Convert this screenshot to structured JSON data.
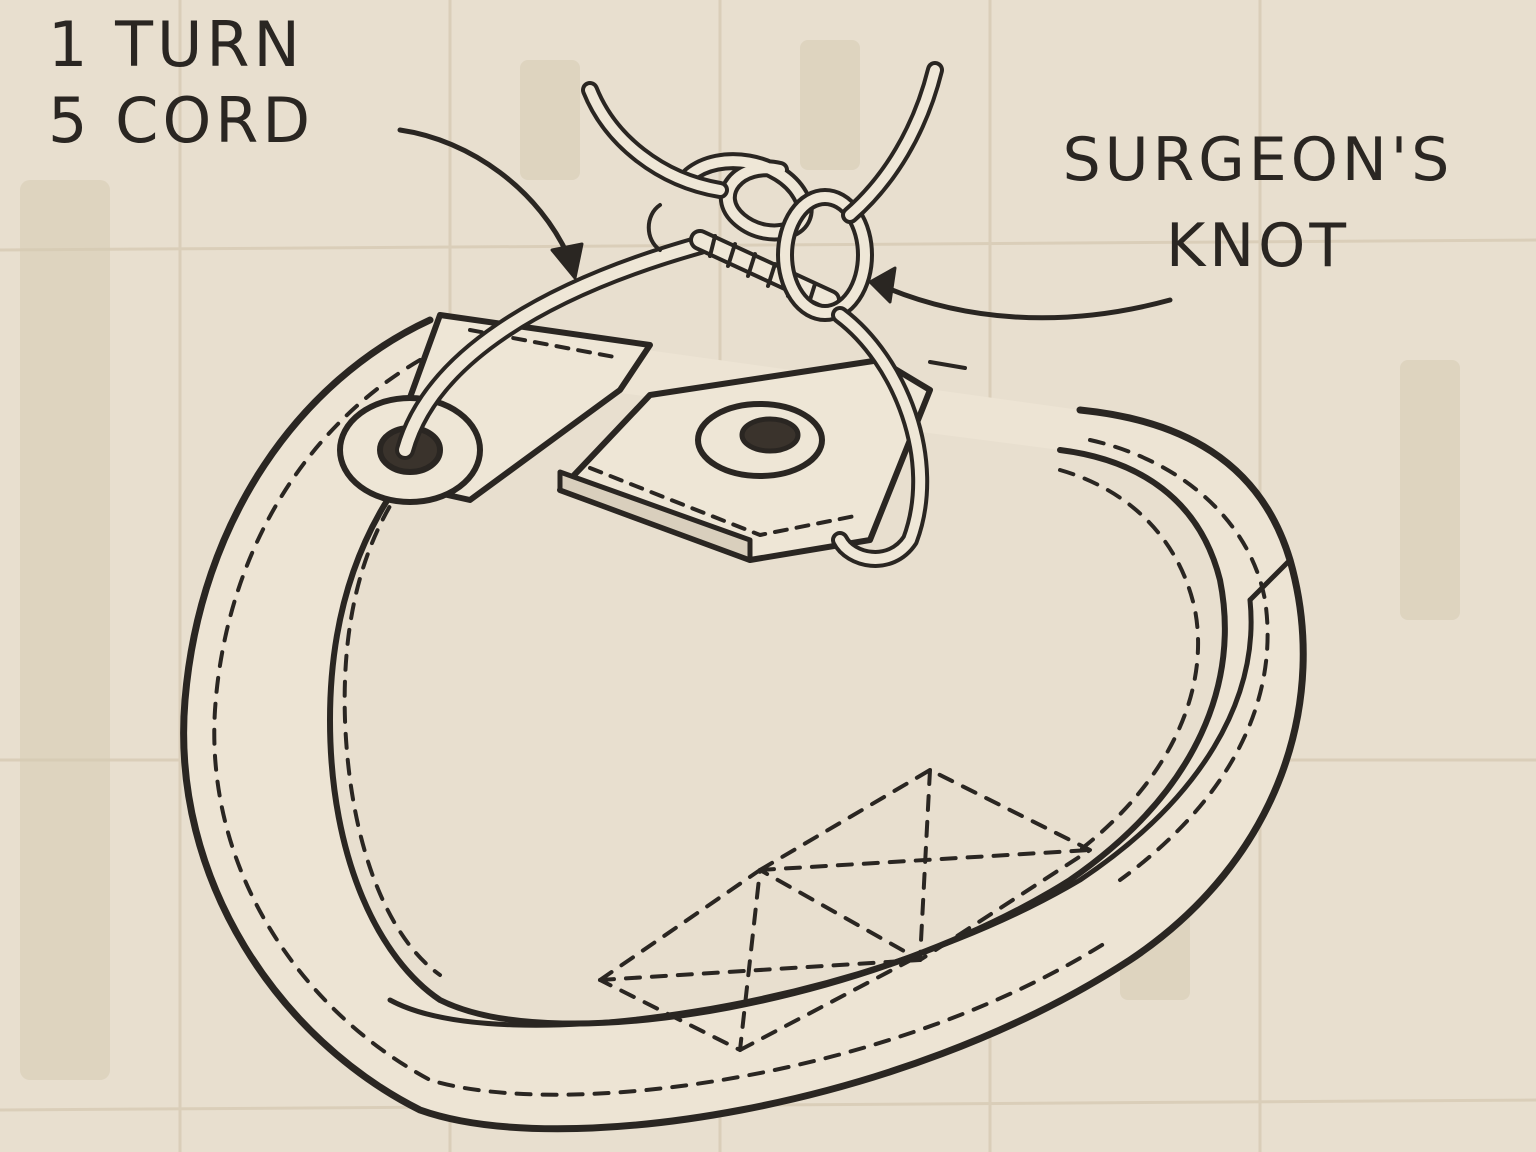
{
  "labels": {
    "cord": {
      "line1": "1 TURN",
      "line2": "5 CORD"
    },
    "knot": {
      "line1": "SURGEON'S",
      "line2": "KNOT"
    }
  },
  "colors": {
    "paper": "#e8dfcf",
    "ink": "#2a2622",
    "grid": "#d9cdb8",
    "band_fill": "#eee6d6"
  }
}
